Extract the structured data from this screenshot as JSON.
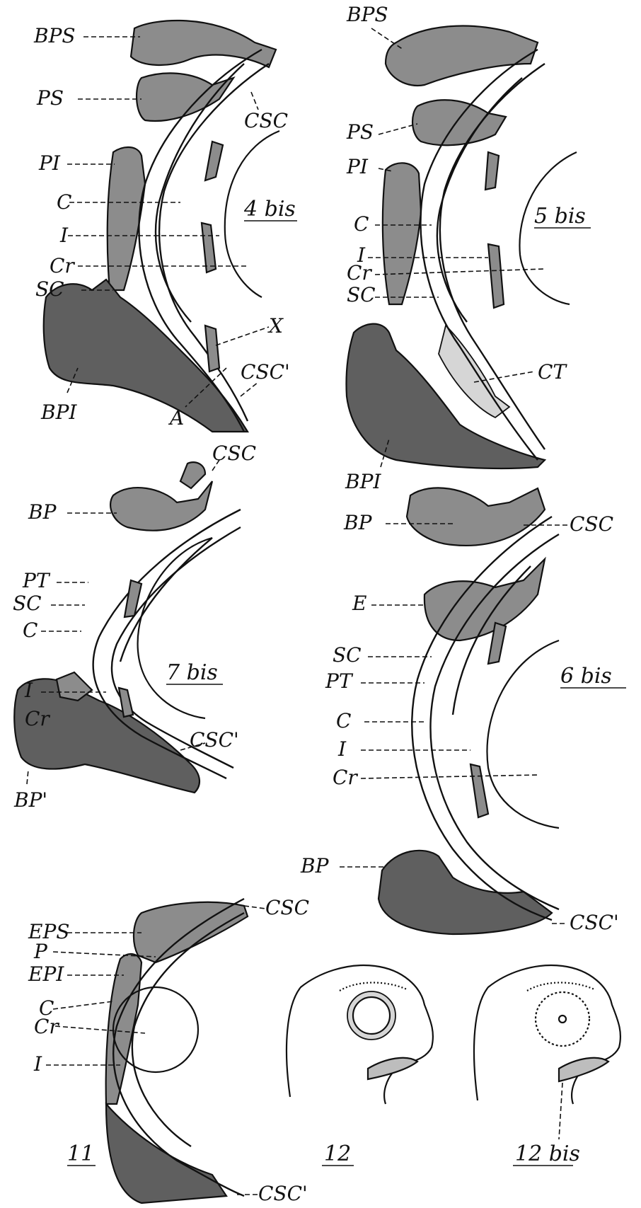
{
  "figures": {
    "fig4bis": {
      "number": "4 bis",
      "labels": [
        "BPS",
        "PS",
        "PI",
        "C",
        "I",
        "Cr",
        "SC",
        "BPI",
        "CSC",
        "X",
        "CSC'",
        "A"
      ]
    },
    "fig5bis": {
      "number": "5 bis",
      "labels": [
        "BPS",
        "PS",
        "PI",
        "C",
        "I",
        "Cr",
        "SC",
        "BPI",
        "CT"
      ]
    },
    "fig7bis": {
      "number": "7 bis",
      "labels": [
        "BP",
        "CSC",
        "PT",
        "SC",
        "C",
        "I",
        "Cr",
        "CSC'",
        "BP'"
      ]
    },
    "fig6bis": {
      "number": "6 bis",
      "labels": [
        "BP",
        "CSC",
        "E",
        "SC",
        "PT",
        "C",
        "I",
        "Cr",
        "BP",
        "CSC'"
      ]
    },
    "fig11": {
      "number": "11",
      "labels": [
        "EPS",
        "P",
        "EPI",
        "C",
        "Cr",
        "I",
        "CSC",
        "CSC'"
      ]
    },
    "fig12": {
      "number": "12"
    },
    "fig12bis": {
      "number": "12 bis"
    }
  }
}
